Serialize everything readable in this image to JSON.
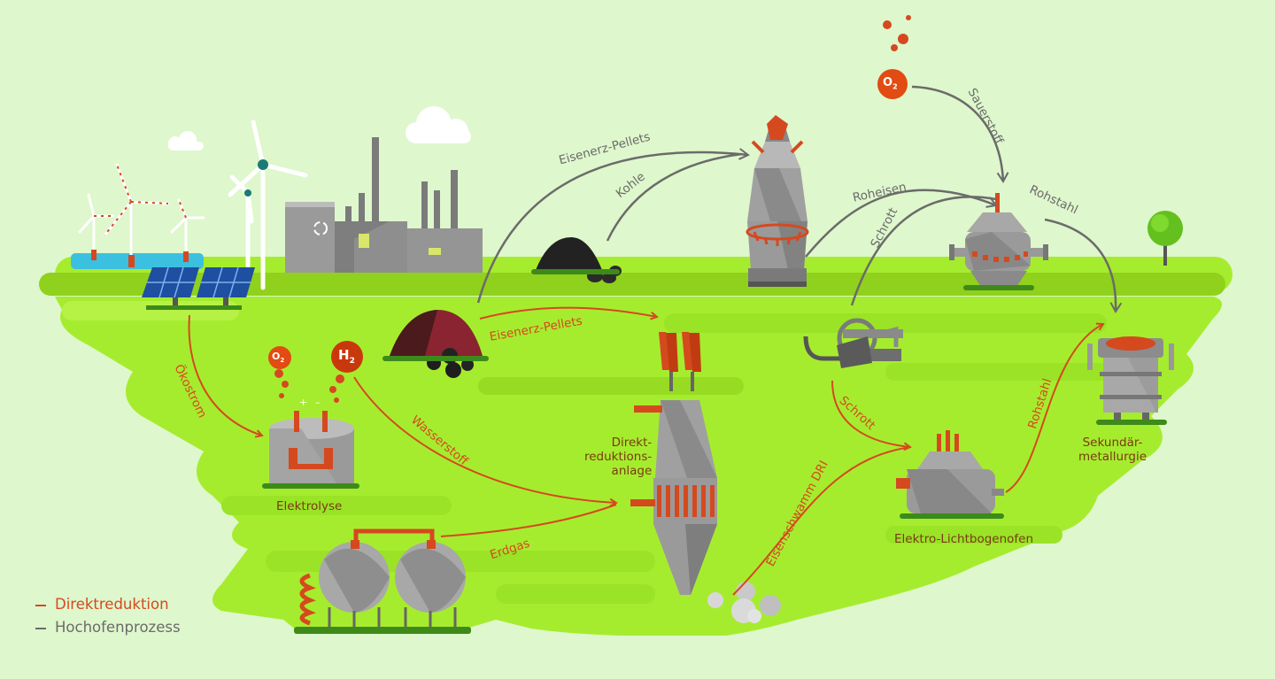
{
  "legend": {
    "items": [
      {
        "label": "Direktreduktion",
        "color": "#d5491f"
      },
      {
        "label": "Hochofenprozess",
        "color": "#6b6b6b"
      }
    ]
  },
  "molecules": {
    "o2_top": "O",
    "o2_top_sub": "2",
    "o2_left": "O",
    "o2_left_sub": "2",
    "h2": "H",
    "h2_sub": "2"
  },
  "stations": {
    "elektrolyse": "Elektrolyse",
    "direktreduktion": [
      "Direkt-",
      "reduktions-",
      "anlage"
    ],
    "lichtbogenofen": "Elektro-Lichtbogenofen",
    "sekundaer": [
      "Sekundär-",
      "metallurgie"
    ]
  },
  "flows": {
    "eisenerz_top": "Eisenerz-Pellets",
    "kohle": "Kohle",
    "roheisen": "Roheisen",
    "schrott_top": "Schrott",
    "sauerstoff": "Sauerstoff",
    "rohstahl_top": "Rohstahl",
    "eisenerz_mid": "Eisenerz-Pellets",
    "oekostrom": "Ökostrom",
    "wasserstoff": "Wasserstoff",
    "erdgas": "Erdgas",
    "schrott_mid": "Schrott",
    "eisenschwamm": "Eisenschwamm DRI",
    "rohstahl_mid": "Rohstahl"
  },
  "colors": {
    "bg": "#def7cc",
    "ground": "#a6ec2e",
    "ground_dark": "#8fd11c",
    "red": "#d5491f",
    "grey": "#6b6b6b",
    "steel": "#9c9c9c"
  }
}
